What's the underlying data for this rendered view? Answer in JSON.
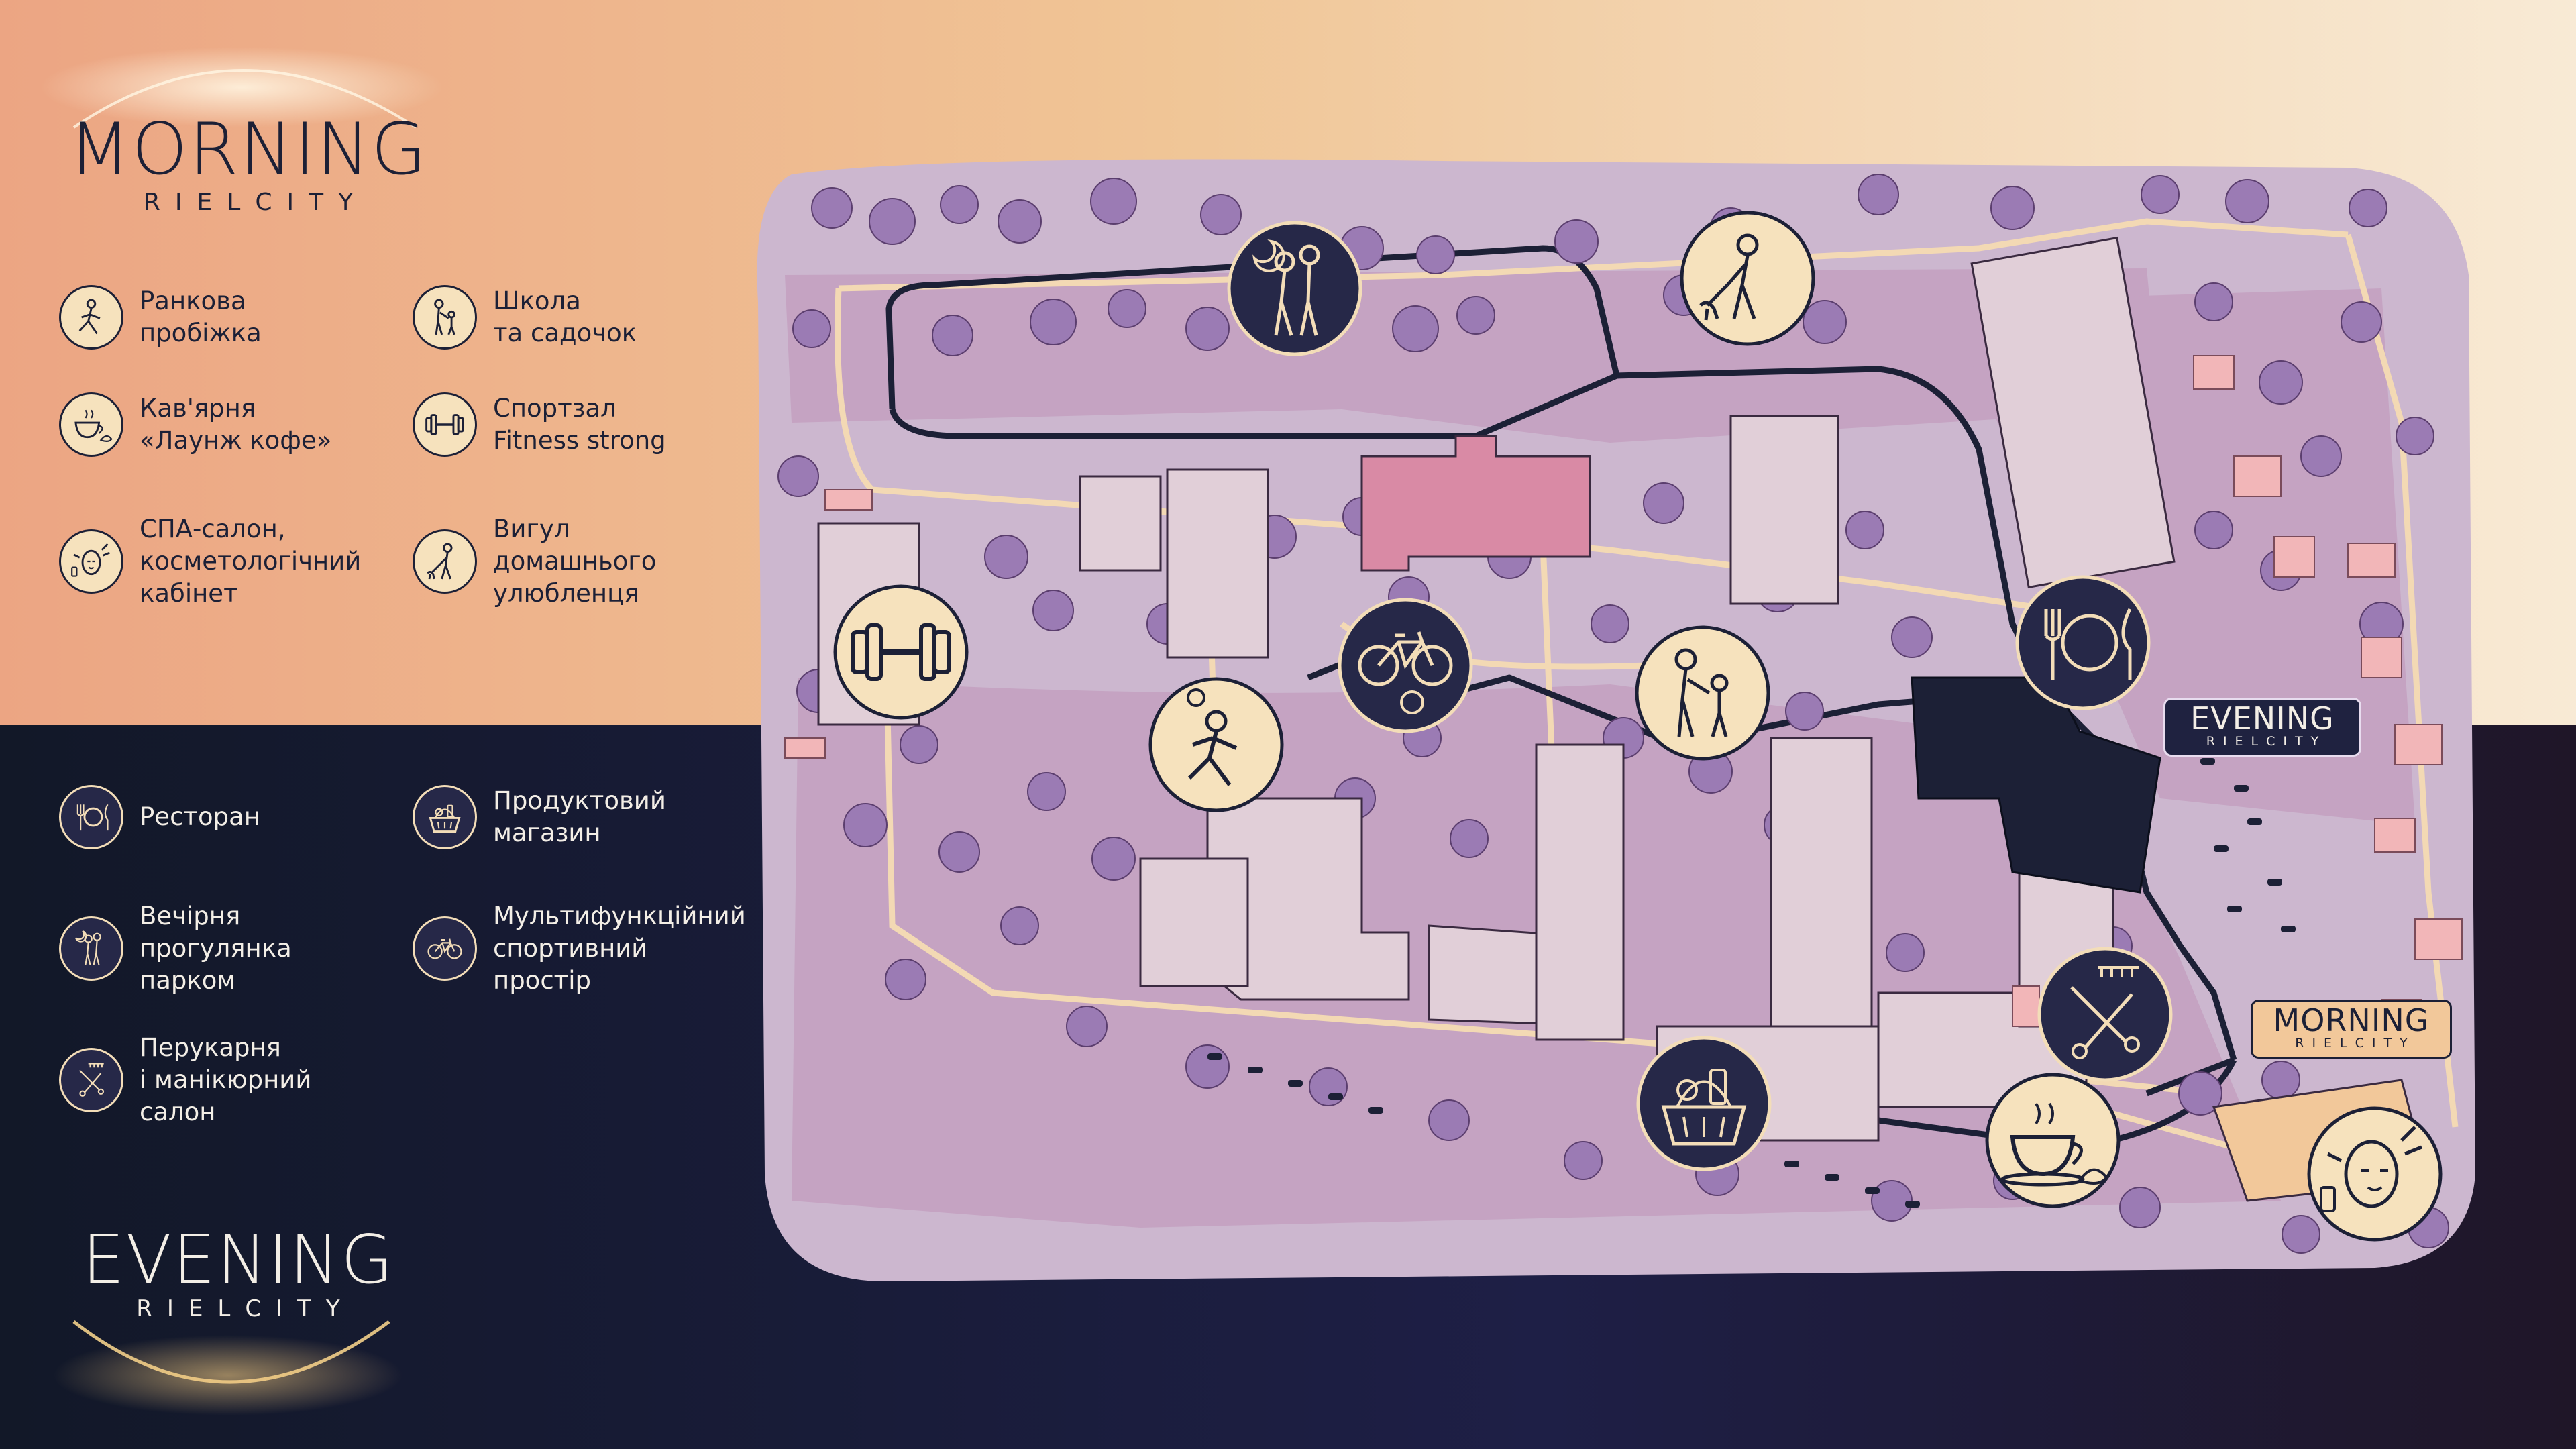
{
  "logos": {
    "morning": {
      "title": "MORNING",
      "subtitle": "RIELCITY"
    },
    "evening": {
      "title": "EVENING",
      "subtitle": "RIELCITY"
    }
  },
  "legend_morning": [
    {
      "label": "Ранкова\nпробіжка",
      "icon": "jogging-icon"
    },
    {
      "label": "Школа\nта садочок",
      "icon": "school-icon"
    },
    {
      "label": "Кав'ярня\n«Лаунж кофе»",
      "icon": "coffee-icon"
    },
    {
      "label": "Спортзал\nFitness strong",
      "icon": "dumbbell-icon"
    },
    {
      "label": "СПА-салон,\nкосметологічний\nкабінет",
      "icon": "spa-icon"
    },
    {
      "label": "Вигул\nдомашнього\nулюбленця",
      "icon": "dog-walk-icon"
    }
  ],
  "legend_evening": [
    {
      "label": "Ресторан",
      "icon": "restaurant-icon"
    },
    {
      "label": "Продуктовий\nмагазин",
      "icon": "grocery-icon"
    },
    {
      "label": "Вечірня\nпрогулянка\nпарком",
      "icon": "park-walk-icon"
    },
    {
      "label": "Мультифункційний\nспортивний\nпростір",
      "icon": "bicycle-icon"
    },
    {
      "label": "Перукарня\nі манікюрний\nсалон",
      "icon": "barber-icon"
    }
  ],
  "badges": {
    "evening": {
      "title": "EVENING",
      "subtitle": "RIELCITY"
    },
    "morning": {
      "title": "MORNING",
      "subtitle": "RIELCITY"
    }
  },
  "colors": {
    "morning_bg": "#eaa585",
    "evening_bg": "#141a2c",
    "map_base": "#ccb7cf",
    "tree": "#9b7bb4",
    "route": "#1c2036",
    "path": "#f3d9b4",
    "target_building": "#d98aa5",
    "cream_icon": "#f6e2bd",
    "navy_icon": "#262848"
  }
}
